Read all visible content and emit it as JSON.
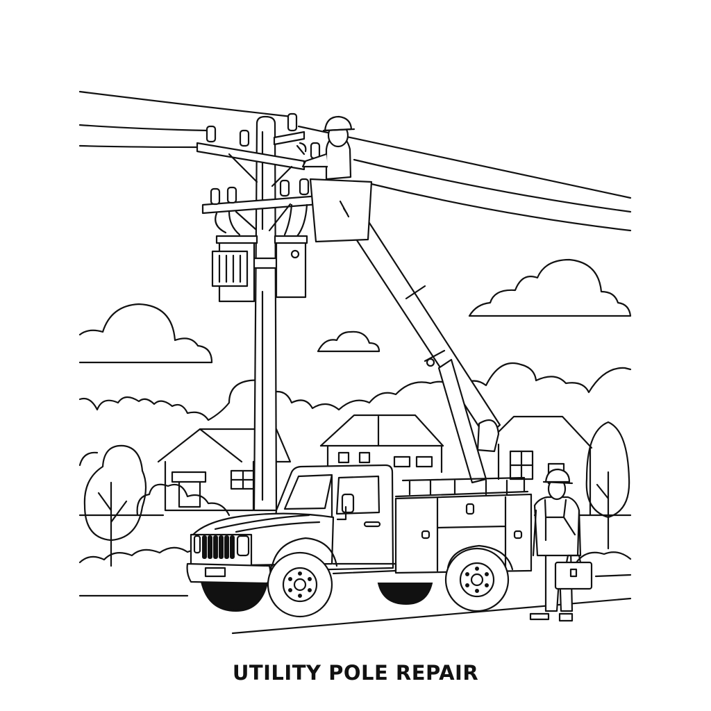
{
  "caption": "UTILITY POLE REPAIR",
  "colors": {
    "line": "#111111",
    "background": "#ffffff"
  },
  "scene": {
    "elements": [
      "power-lines",
      "utility-pole",
      "crossarms",
      "insulators",
      "transformers",
      "lineworker-in-bucket",
      "aerial-bucket",
      "boom-arm",
      "bucket-truck",
      "ground-worker-with-toolbox",
      "houses",
      "trees",
      "bushes",
      "clouds",
      "road"
    ]
  }
}
